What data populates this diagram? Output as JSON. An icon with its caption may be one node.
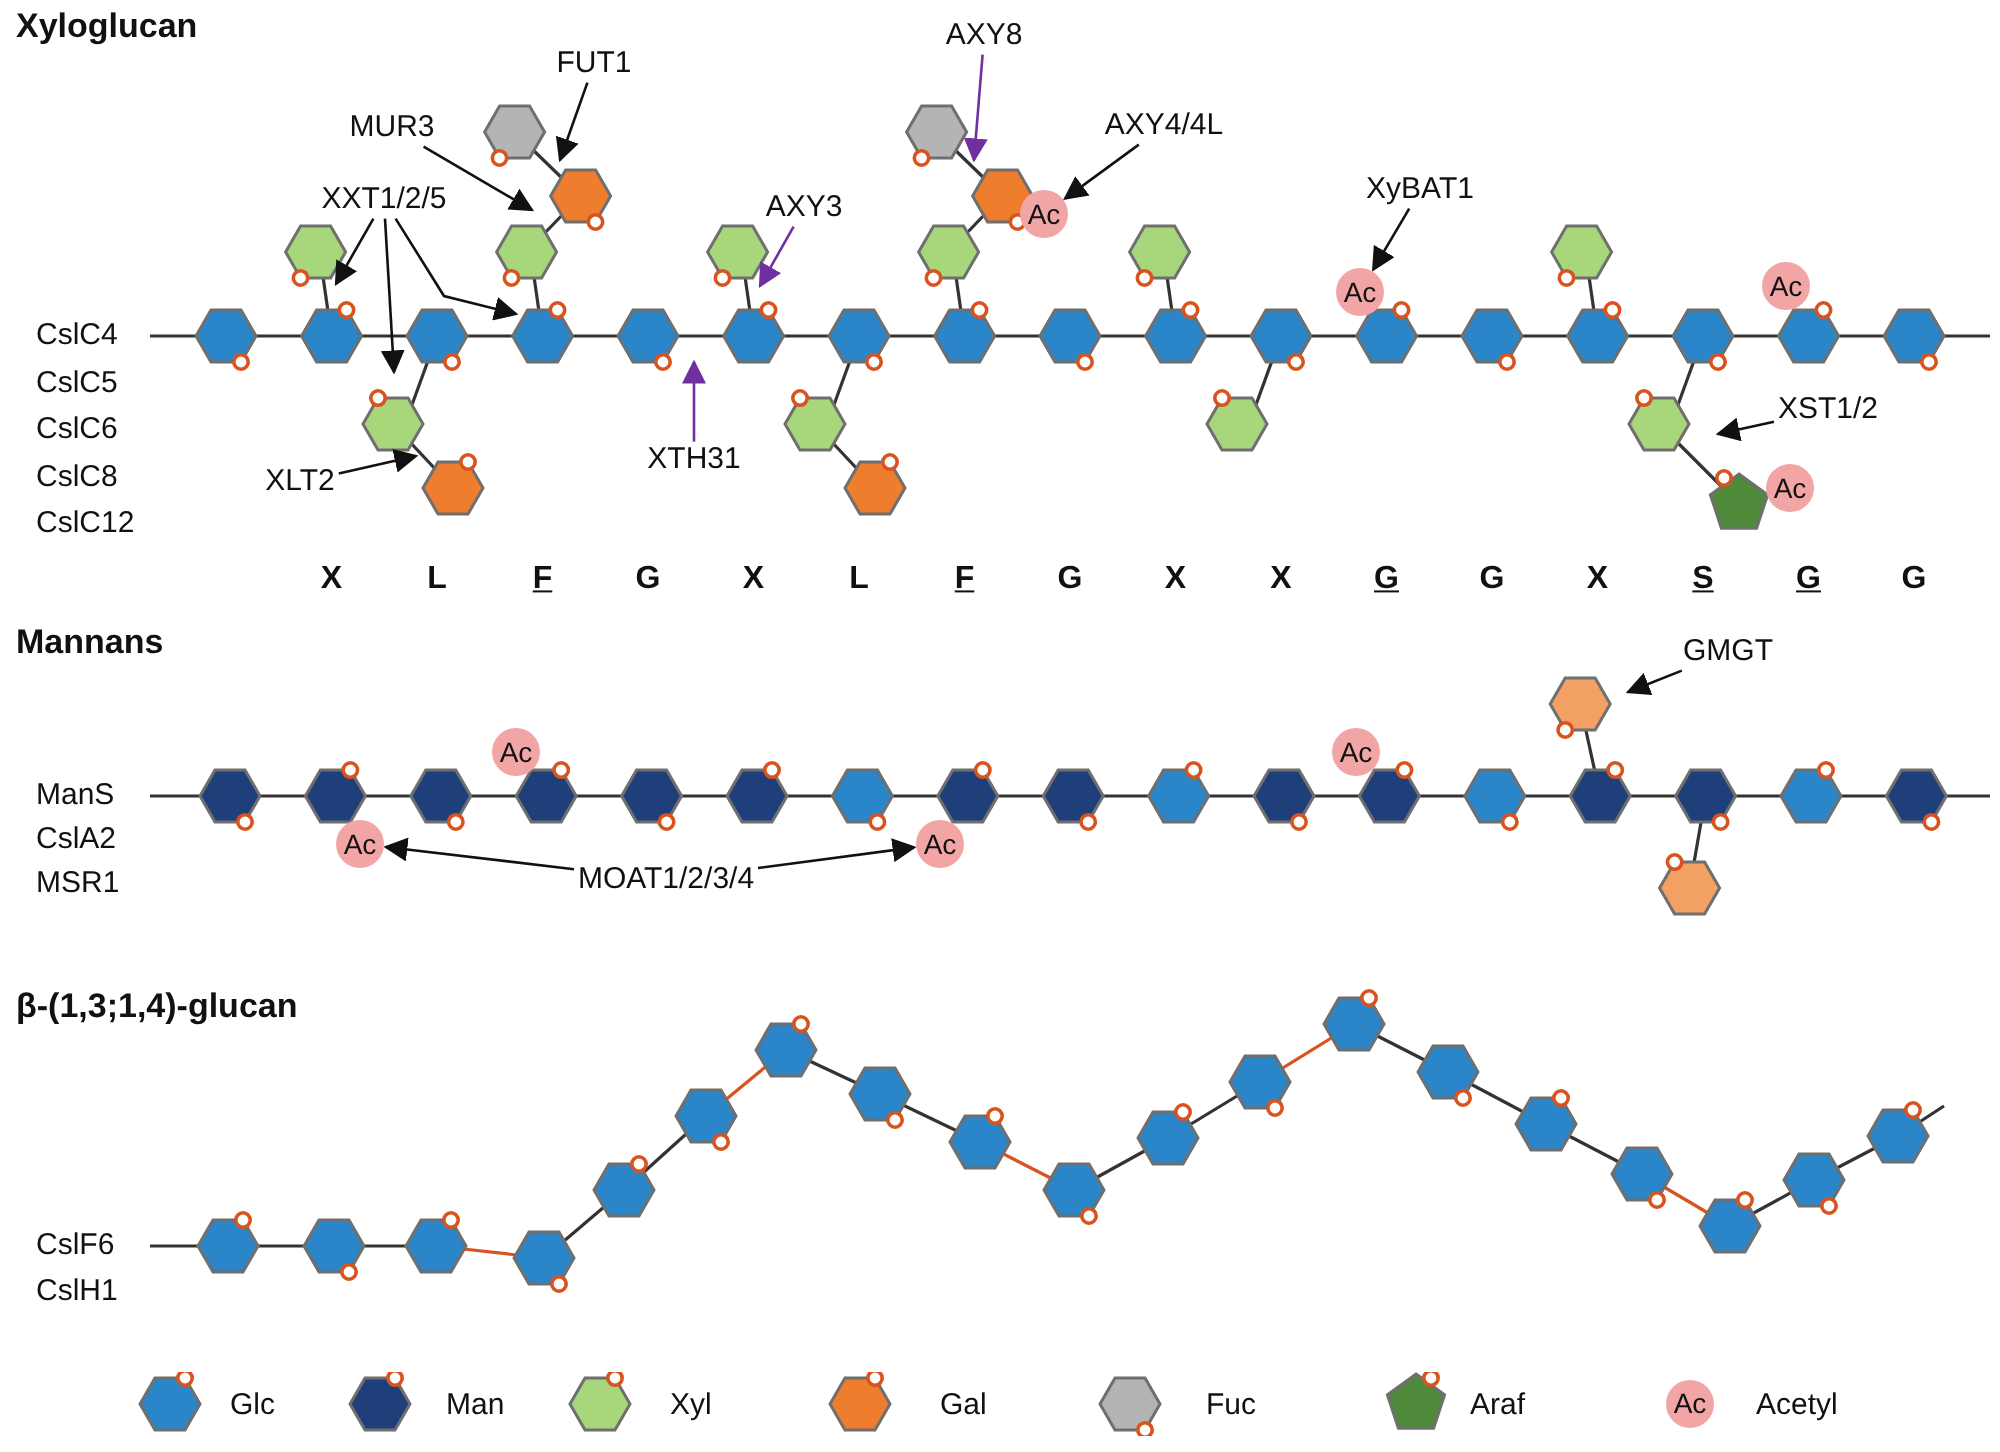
{
  "diagram": {
    "nodes": [
      {
        "text": [
          "FUT1"
        ]
      },
      {
        "text": [
          "MUR3"
        ]
      },
      {
        "text": [
          "AXY8"
        ]
      },
      {
        "text": [
          "AXY4/4L"
        ]
      },
      {
        "text": [
          "Ac"
        ]
      },
      {
        "text": [
          "XXT1/2/5"
        ]
      },
      {
        "text": [
          "AXY3"
        ]
      },
      {
        "text": [
          "XyBAT1"
        ]
      },
      {
        "text": [
          "Ac"
        ]
      },
      {
        "text": [
          "Ac"
        ]
      },
      {
        "text": [
          "XTH31"
        ]
      },
      {
        "text": [
          "XLT2"
        ]
      },
      {
        "text": [
          "XST1/2"
        ]
      },
      {
        "text": [
          "Ac"
        ]
      },
      {
        "text": [
          "GMGT"
        ]
      },
      {
        "text": [
          "Ac"
        ]
      },
      {
        "text": [
          "Ac"
        ]
      },
      {
        "text": [
          "Ac"
        ]
      },
      {
        "text": [
          "MOAT1/2/3/4"
        ]
      },
      {
        "text": [
          "Ac"
        ]
      }
    ],
    "edges": [
      {
        "from": 0,
        "to": null,
        "arrow": "to"
      },
      {
        "from": 1,
        "to": null,
        "arrow": "to"
      },
      {
        "from": 2,
        "to": null,
        "arrow": "to",
        "color": "#7030a0"
      },
      {
        "from": 3,
        "to": 4,
        "arrow": "to"
      },
      {
        "from": 5,
        "to": null,
        "arrow": "to"
      },
      {
        "from": 5,
        "to": null,
        "arrow": "to"
      },
      {
        "from": 5,
        "to": null,
        "arrow": "to"
      },
      {
        "from": 6,
        "to": null,
        "arrow": "to",
        "color": "#7030a0"
      },
      {
        "from": 7,
        "to": 8,
        "arrow": "to"
      },
      {
        "from": 10,
        "to": null,
        "arrow": "to",
        "color": "#7030a0"
      },
      {
        "from": 11,
        "to": null,
        "arrow": "to"
      },
      {
        "from": 12,
        "to": null,
        "arrow": "to"
      },
      {
        "from": 14,
        "to": null,
        "arrow": "to"
      },
      {
        "from": 18,
        "to": 17,
        "arrow": "to"
      },
      {
        "from": 18,
        "to": 19,
        "arrow": "to"
      }
    ],
    "labels": [
      "Xyloglucan",
      "CslC4",
      "CslC5",
      "CslC6",
      "CslC8",
      "CslC12",
      "X",
      "L",
      "F",
      "G",
      "X",
      "L",
      "F",
      "G",
      "X",
      "X",
      "G",
      "G",
      "X",
      "S",
      "G",
      "G",
      "Mannans",
      "ManS",
      "CslA2",
      "MSR1",
      "β-(1,3;1,4)-glucan",
      "CslF6",
      "CslH1",
      "Ac"
    ],
    "legend": [
      {
        "text": "Glc",
        "color": "#2a86c8"
      },
      {
        "text": "Man",
        "color": "#1f3f7a"
      },
      {
        "text": "Xyl",
        "color": "#a8d67a"
      },
      {
        "text": "Gal",
        "color": "#ee7d2e"
      },
      {
        "text": "Fuc",
        "color": "#b4b4b4"
      },
      {
        "text": "Araf",
        "color": "#4e8a3a"
      },
      {
        "text": "Acetyl",
        "color": "#f2a5a5"
      }
    ]
  }
}
